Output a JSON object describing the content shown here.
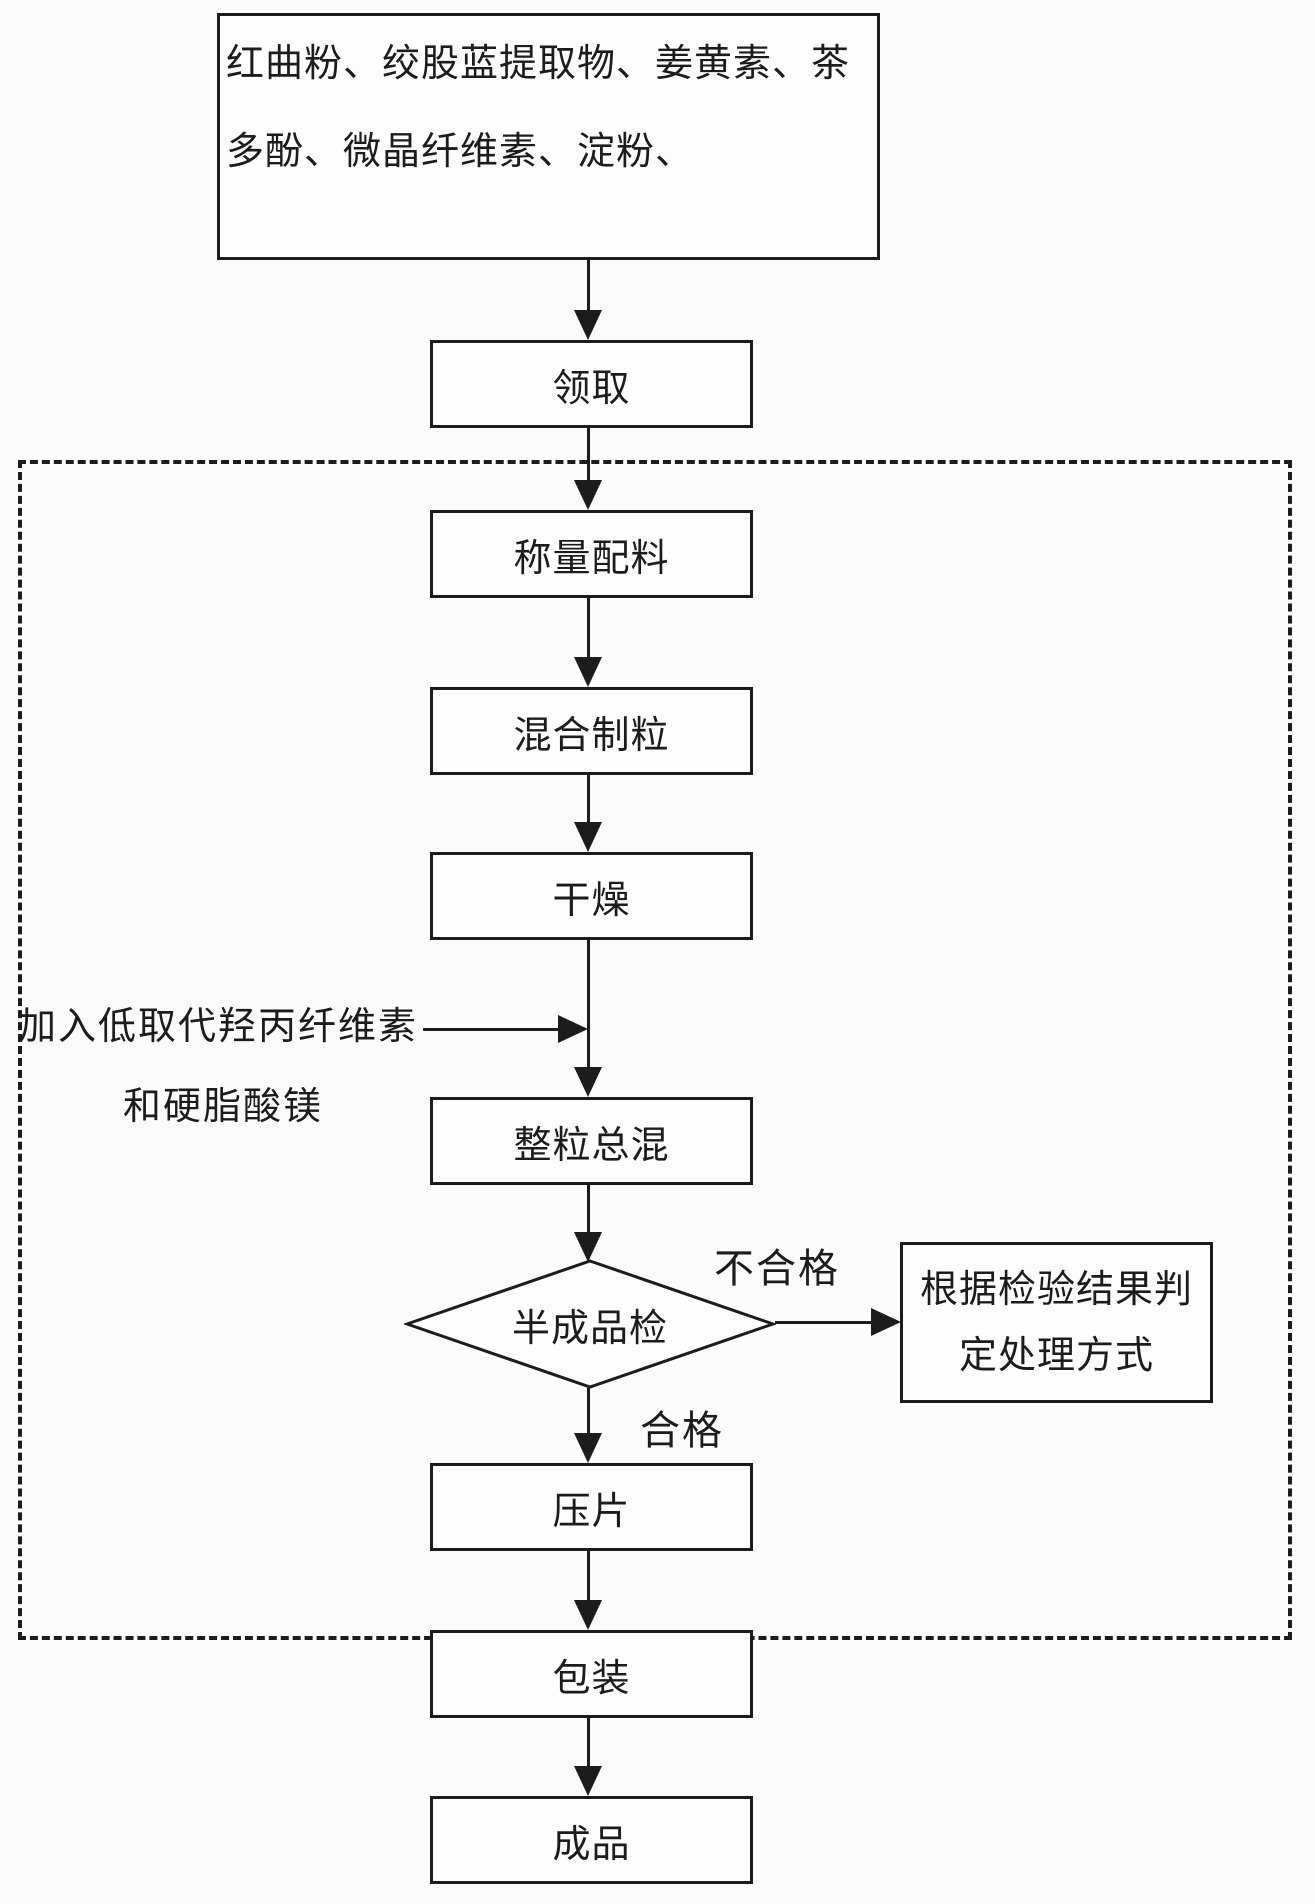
{
  "flowchart": {
    "ingredients_text": "红曲粉、绞股蓝提取物、姜黄素、茶多酚、微晶纤维素、淀粉、",
    "steps": {
      "receive": "领取",
      "weigh": "称量配料",
      "mix": "混合制粒",
      "dry": "干燥",
      "size_blend": "整粒总混",
      "tablet": "压片",
      "pack": "包装",
      "finished": "成品"
    },
    "decision": {
      "label": "半成品检",
      "pass": "合格",
      "fail": "不合格"
    },
    "fail_box_text": "根据检验结果判定处理方式",
    "side_note": {
      "line1": "加入低取代羟丙纤维素",
      "line2": "和硬脂酸镁"
    },
    "colors": {
      "line": "#1c1c1c",
      "text": "#1c1c1c",
      "background": "#fbfbfb"
    }
  }
}
